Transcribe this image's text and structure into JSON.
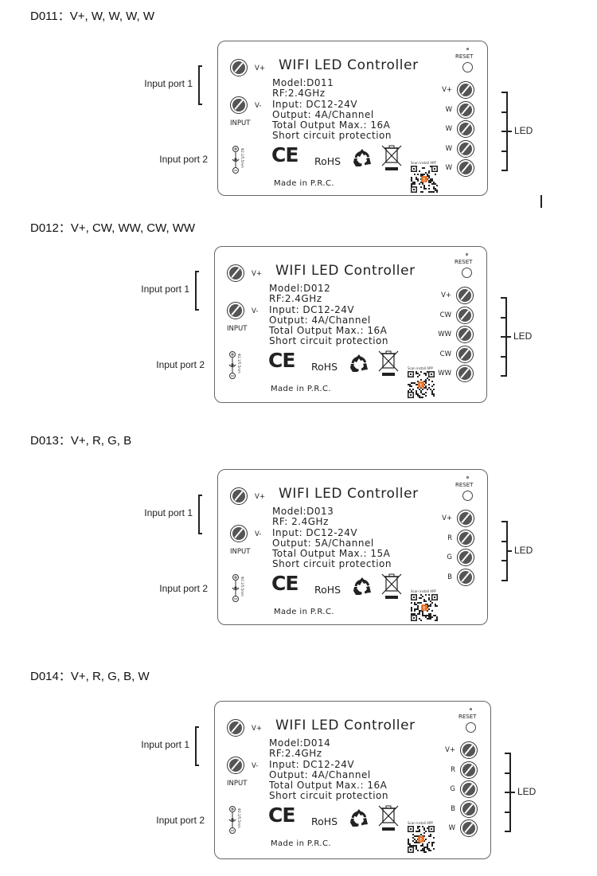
{
  "common": {
    "controller_title": "WIFI LED Controller",
    "input_v_plus": "V+",
    "input_v_minus": "V-",
    "input_label": "INPUT",
    "reset_label": "RESET",
    "ce_mark": "CE",
    "rohs_mark": "RoHS",
    "made_in": "Made in P.R.C.",
    "qr_caption": "Scan install APP",
    "input_port_1": "Input port 1",
    "input_port_2": "Input port 2",
    "led_label": "LED",
    "icons": {
      "screw_terminal": "screw-terminal-icon",
      "recycle": "recycle-icon",
      "weee": "crossed-bin-icon",
      "dc_jack": "dc-jack-polarity-icon",
      "qr": "qr-code-icon"
    },
    "brand_color": "#e8742a"
  },
  "controllers": [
    {
      "heading": "D011：V+, W, W, W, W",
      "specs": [
        "Model:D011",
        "RF:2.4GHz",
        "Input: DC12-24V",
        "Output: 4A/Channel",
        "Total Output Max.: 16A",
        "Short circuit protection"
      ],
      "outputs": [
        "V+",
        "W",
        "W",
        "W",
        "W"
      ]
    },
    {
      "heading": "D012：V+, CW, WW, CW, WW",
      "specs": [
        "Model:D012",
        "RF:2.4GHz",
        "Input: DC12-24V",
        "Output: 4A/Channel",
        "Total Output Max.: 16A",
        "Short circuit protection"
      ],
      "outputs": [
        "V+",
        "CW",
        "WW",
        "CW",
        "WW"
      ]
    },
    {
      "heading": "D013：V+, R, G, B",
      "specs": [
        "Model:D013",
        "RF: 2.4GHz",
        "Input: DC12-24V",
        "Output: 5A/Channel",
        "Total Output Max.: 15A",
        "Short circuit protection"
      ],
      "outputs": [
        "V+",
        "R",
        "G",
        "B"
      ]
    },
    {
      "heading": "D014：V+, R, G, B, W",
      "specs": [
        "Model:D014",
        "RF:2.4GHz",
        "Input: DC12-24V",
        "Output: 4A/Channel",
        "Total Output Max.: 16A",
        "Short circuit protection"
      ],
      "outputs": [
        "V+",
        "R",
        "G",
        "B",
        "W"
      ]
    }
  ]
}
